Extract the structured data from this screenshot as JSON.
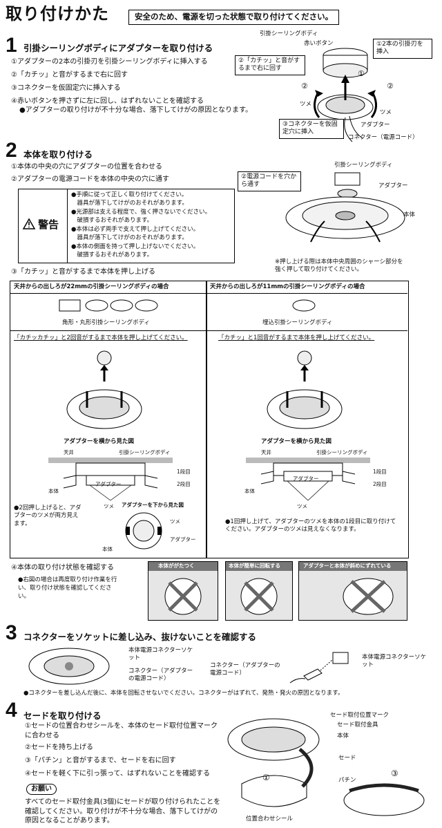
{
  "header": {
    "title": "取り付けかた",
    "banner": "安全のため、電源を切った状態で取り付けてください。"
  },
  "step1": {
    "number": "1",
    "title": "引掛シーリングボディにアダプターを取り付ける",
    "items": [
      "①アダプターの2本の引掛刃を引掛シーリングボディに挿入する",
      "②「カチッ」と音がするまで右に回す",
      "③コネクターを仮固定穴に挿入する",
      "④赤いボタンを押さずに左に回し、はずれないことを確認する"
    ],
    "note": "●アダプターの取り付けが不十分な場合、落下してけがの原因となります。",
    "fig": {
      "body_label": "引掛シーリングボディ",
      "red_button": "赤いボタン",
      "callout1": "①2本の引掛刃を挿入",
      "callout2": "②「カチッ」と音がするまで右に回す",
      "callout3": "③コネクターを仮固定穴に挿入",
      "tsume_left": "ツメ",
      "tsume_right": "ツメ",
      "adapter": "アダプター",
      "connector": "コネクター（電源コード）",
      "n1": "①",
      "n2a": "②",
      "n2b": "②"
    }
  },
  "step2": {
    "number": "2",
    "title": "本体を取り付ける",
    "items": [
      "①本体の中央の穴にアダプターの位置を合わせる",
      "②アダプターの電源コードを本体の中央の穴に通す"
    ],
    "warning_label": "警告",
    "warnings": [
      "●手順に従って正しく取り付けてください。",
      "　器具が落下してけがのおそれがあります。",
      "●光源部は支える程度で、強く押さないでください。",
      "　破損するおそれがあります。",
      "●本体は必ず両手で支えて押し上げてください。",
      "　器具が落下してけがのおそれがあります。",
      "●本体の側面を持って押し上げないでください。",
      "　破損するおそれがあります。"
    ],
    "item3": "③「カチッ」と音がするまで本体を押し上げる",
    "fig": {
      "body_label": "引掛シーリングボディ",
      "callout": "②電源コードを穴から通す",
      "adapter": "アダプター",
      "main": "本体",
      "note": "※押し上げる際は本体中央周囲のシャーシ部分を強く押して取り付けてください。"
    },
    "table": {
      "left_header": "天井からの出しろが22mmの引掛シーリングボディの場合",
      "right_header": "天井からの出しろが11mmの引掛シーリングボディの場合",
      "left_caption": "角形・丸形引掛シーリングボディ",
      "right_caption": "埋込引掛シーリングボディ",
      "left_instr": "「カチッカチッ」と2回音がするまで本体を押し上げてください。",
      "right_instr": "「カチッ」と1回音がするまで本体を押し上げてください。",
      "side_view_title": "アダプターを横から見た図",
      "ceiling": "天井",
      "sealing_body": "引掛シーリングボディ",
      "tier1": "1段目",
      "tier2": "2段目",
      "adapter": "アダプター",
      "main": "本体",
      "tsume": "ツメ",
      "left_note": "●2回押し上げると、アダプターのツメが両方見えます。",
      "bottom_view": "アダプターを下から見た図",
      "right_note": "●1回押し上げて、アダプターのツメを本体の1段目に取り付けてください。アダプターのツメは見えなくなります。"
    },
    "item4": "④本体の取り付け状態を確認する",
    "item4_note": "●右図の場合は再度取り付け作業を行い、取り付け状態を確認してください。",
    "bad_states": [
      "本体ががたつく",
      "本体が簡単に回転する",
      "アダプターと本体が斜めにずれている"
    ]
  },
  "step3": {
    "number": "3",
    "title": "コネクターをソケットに差し込み、抜けないことを確認する",
    "fig": {
      "socket": "本体電源コネクターソケット",
      "connector": "コネクター（アダプターの電源コード）",
      "connector2": "コネクター（アダプターの電源コード）",
      "socket2": "本体電源コネクターソケット"
    },
    "note": "●コネクターを差し込んだ後に、本体を回転させないでください。コネクターがはずれて、発熱・発火の原因となります。"
  },
  "step4": {
    "number": "4",
    "title": "セードを取り付ける",
    "items": [
      "①セードの位置合わせシールを、本体のセード取付位置マークに合わせる",
      "②セードを持ち上げる",
      "③「パチン」と音がするまで、セードを右に回す",
      "④セードを軽く下に引っ張って、はずれないことを確認する"
    ],
    "request_label": "お願い",
    "request_text": "すべてのセード取付金具(3個)にセードが取り付けられたことを確認してください。取り付けが不十分な場合、落下してけがの原因となることがあります。",
    "fig": {
      "mark": "セード取付位置マーク",
      "bracket": "セード取付金具",
      "main": "本体",
      "shade": "セード",
      "sticker": "位置合わせシール",
      "n1": "①",
      "n3": "③",
      "pachin": "パチン"
    }
  }
}
